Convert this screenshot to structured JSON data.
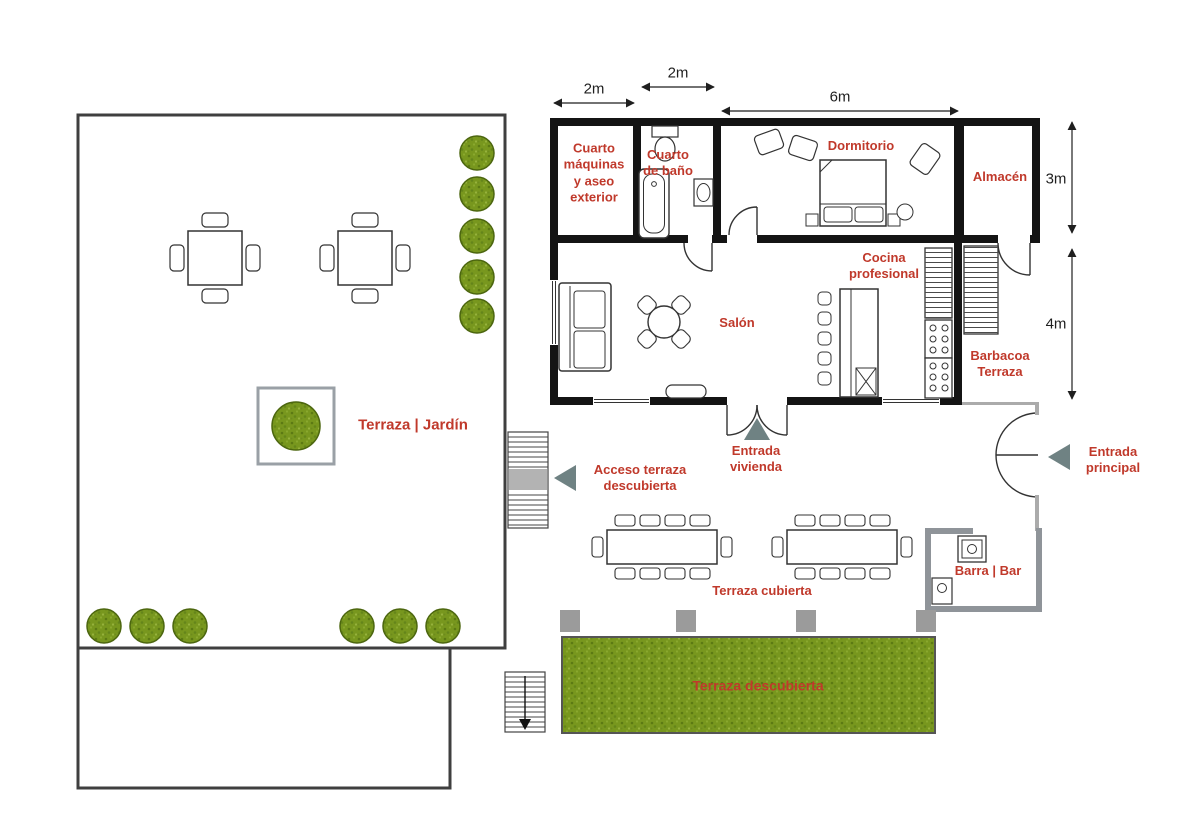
{
  "plan": {
    "rooms": {
      "cuarto_maquinas": "Cuarto\nmáquinas\ny aseo\nexterior",
      "cuarto_bano": "Cuarto\nde baño",
      "dormitorio": "Dormitorio",
      "almacen": "Almacén",
      "salon": "Salón",
      "cocina": "Cocina\nprofesional",
      "barbacoa": "Barbacoa\nTerraza",
      "terraza_jardin": "Terraza | Jardín",
      "terraza_cubierta": "Terraza cubierta",
      "terraza_descubierta": "Terraza descubierta",
      "barra_bar": "Barra | Bar"
    },
    "entrances": {
      "acceso_terraza": "Acceso terraza\ndescubierta",
      "entrada_vivienda": "Entrada\nvivienda",
      "entrada_principal": "Entrada\nprincipal"
    },
    "dimensions": {
      "top": [
        "2m",
        "2m",
        "6m"
      ],
      "right": [
        "3m",
        "4m"
      ]
    },
    "colors": {
      "label_red": "#c0392b",
      "vegetation_green": "#75941e",
      "wall_black": "#141414",
      "arrow_gray": "#6f8283",
      "frame_gray": "#9aa0a6"
    }
  }
}
